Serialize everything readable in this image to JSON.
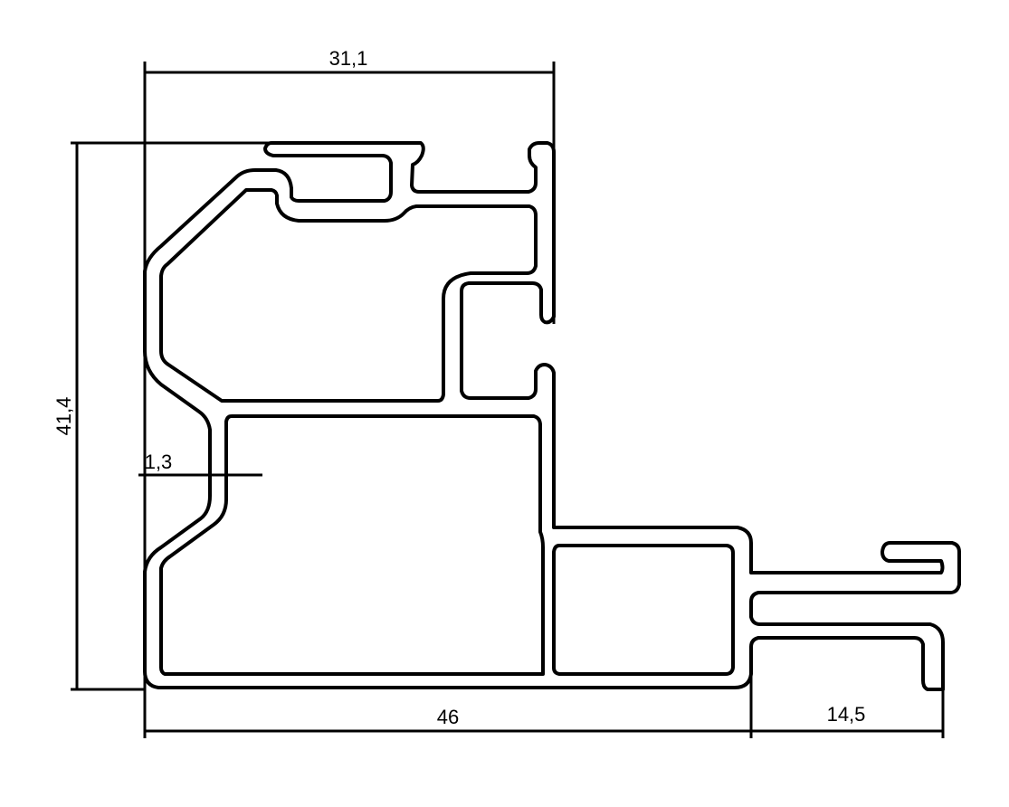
{
  "drawing": {
    "dimensions": {
      "top_width": "31,1",
      "height": "41,4",
      "wall_thickness": "1,3",
      "bottom_width": "46",
      "flange_width": "14,5"
    },
    "line_color": "#000000",
    "background": "#ffffff"
  }
}
